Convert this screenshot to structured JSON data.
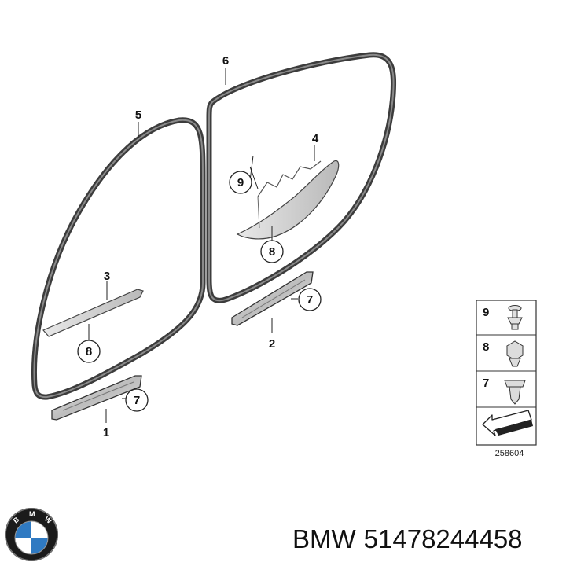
{
  "diagram": {
    "callouts": [
      {
        "id": "1",
        "label": "1"
      },
      {
        "id": "2",
        "label": "2"
      },
      {
        "id": "3",
        "label": "3"
      },
      {
        "id": "4",
        "label": "4"
      },
      {
        "id": "5",
        "label": "5"
      },
      {
        "id": "6",
        "label": "6"
      },
      {
        "id": "7a",
        "label": "7"
      },
      {
        "id": "7b",
        "label": "7"
      },
      {
        "id": "8a",
        "label": "8"
      },
      {
        "id": "8b",
        "label": "8"
      },
      {
        "id": "9",
        "label": "9"
      }
    ],
    "legend": {
      "items": [
        {
          "label": "9",
          "icon": "screw-clip-icon"
        },
        {
          "label": "8",
          "icon": "push-clip-icon"
        },
        {
          "label": "7",
          "icon": "expanding-rivet-icon"
        }
      ],
      "arrow_icon": "direction-arrow-icon",
      "ref_code": "258604"
    }
  },
  "footer": {
    "brand_logo": "bmw-logo-icon",
    "brand": "BMW",
    "part_number": "51478244458"
  },
  "colors": {
    "seal": "#5a5a5a",
    "trim_fill": "#d6d6d6",
    "line": "#222222"
  }
}
